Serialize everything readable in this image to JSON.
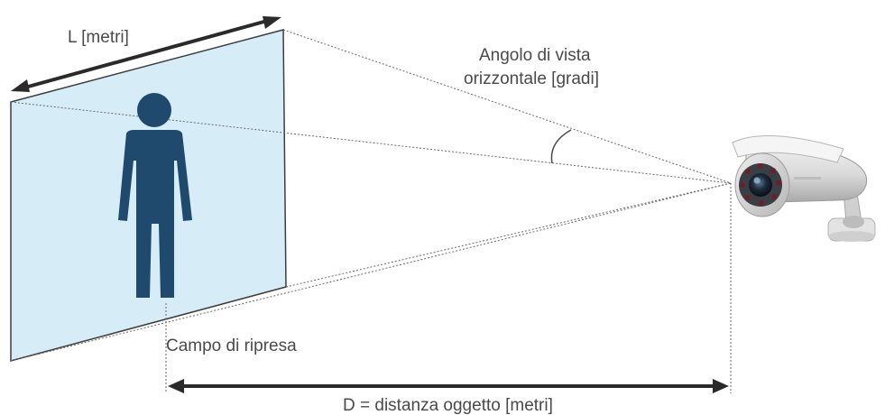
{
  "labels": {
    "width": "L [metri]",
    "angle_line1": "Angolo di vista",
    "angle_line2": "orizzontale [gradi]",
    "field": "Campo di ripresa",
    "distance": "D = distanza oggetto [metri]"
  },
  "colors": {
    "frame_fill": "#d6ecf7",
    "frame_stroke": "#3d3d3d",
    "person": "#1f4a6e",
    "arrow": "#2a2a2a",
    "dotted": "#6a6a6a"
  }
}
